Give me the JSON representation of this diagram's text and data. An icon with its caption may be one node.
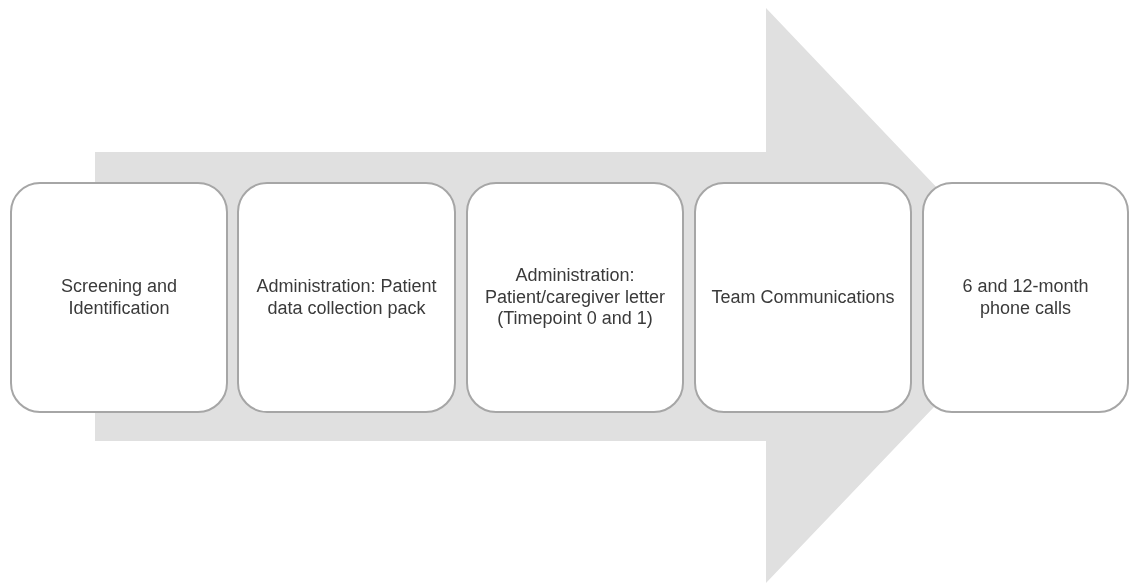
{
  "diagram": {
    "nodes": [
      {
        "text": [
          "Screening and Identification"
        ]
      },
      {
        "text": [
          "Administration: Patient data collection pack"
        ]
      },
      {
        "text": [
          "Administration: Patient/caregiver letter (Timepoint 0 and 1)"
        ]
      },
      {
        "text": [
          "Team Communications"
        ]
      },
      {
        "text": [
          "6 and 12-month phone calls"
        ]
      }
    ],
    "edges": [
      {
        "from": 0,
        "to": 4,
        "arrow": "to"
      }
    ]
  }
}
